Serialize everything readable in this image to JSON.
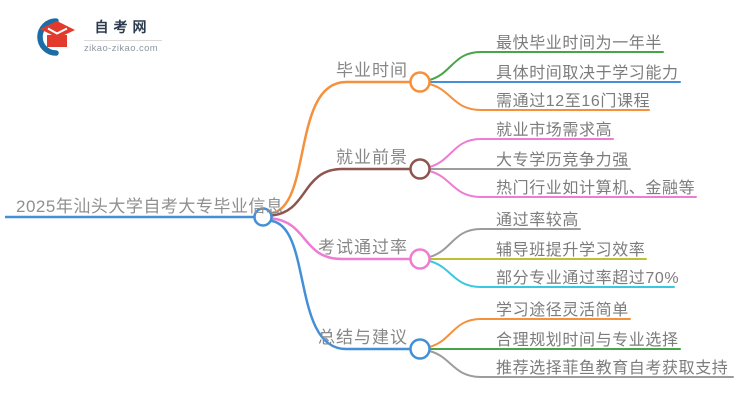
{
  "logo": {
    "site_name": "自考网",
    "site_url": "zikao-zikao.com"
  },
  "mindmap": {
    "root": {
      "label": "2025年汕头大学自考大专毕业信息"
    },
    "branches": [
      {
        "label": "毕业时间",
        "children": [
          "最快毕业时间为一年半",
          "具体时间取决于学习能力",
          "需通过12至16门课程"
        ]
      },
      {
        "label": "就业前景",
        "children": [
          "就业市场需求高",
          "大专学历竞争力强",
          "热门行业如计算机、金融等"
        ]
      },
      {
        "label": "考试通过率",
        "children": [
          "通过率较高",
          "辅导班提升学习效率",
          "部分专业通过率超过70%"
        ]
      },
      {
        "label": "总结与建议",
        "children": [
          "学习途径灵活简单",
          "合理规划时间与专业选择",
          "推荐选择菲鱼教育自考获取支持"
        ]
      }
    ]
  },
  "colors": {
    "orange": "#F5913C",
    "green": "#46A546",
    "blue": "#4490D8",
    "brown": "#8E544E",
    "pink": "#EE7CD3",
    "gray": "#9C9C9C",
    "olive": "#BFBF33",
    "cyan": "#38C9E0",
    "logo_blue": "#1C6CA6",
    "logo_red": "#E23B2E"
  }
}
